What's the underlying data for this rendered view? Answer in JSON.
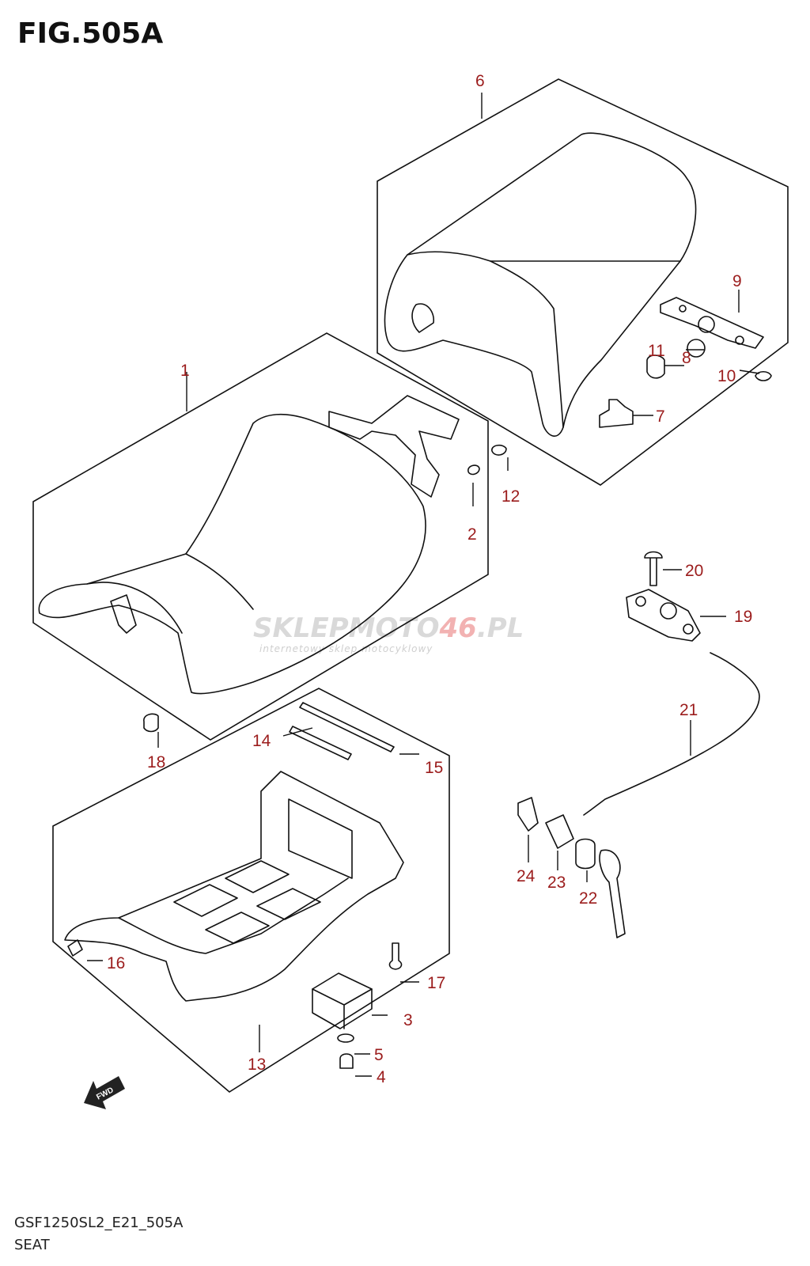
{
  "figure": {
    "title": "FIG.505A",
    "model_code": "GSF1250SL2_E21_505A",
    "name": "SEAT"
  },
  "watermark": {
    "main_part1": "SKLEP",
    "main_part2": "MOTO",
    "main_part3": "46",
    "main_part4": ".PL",
    "tagline": "internetowy sklep motocyklowy"
  },
  "fwd_arrow": {
    "label": "FWD"
  },
  "callouts": [
    "1",
    "2",
    "3",
    "4",
    "5",
    "6",
    "7",
    "8",
    "9",
    "10",
    "11",
    "12",
    "13",
    "14",
    "15",
    "16",
    "17",
    "18",
    "19",
    "20",
    "21",
    "22",
    "23",
    "24"
  ],
  "colors": {
    "callout": "#9b1c1c",
    "line": "#111111"
  }
}
